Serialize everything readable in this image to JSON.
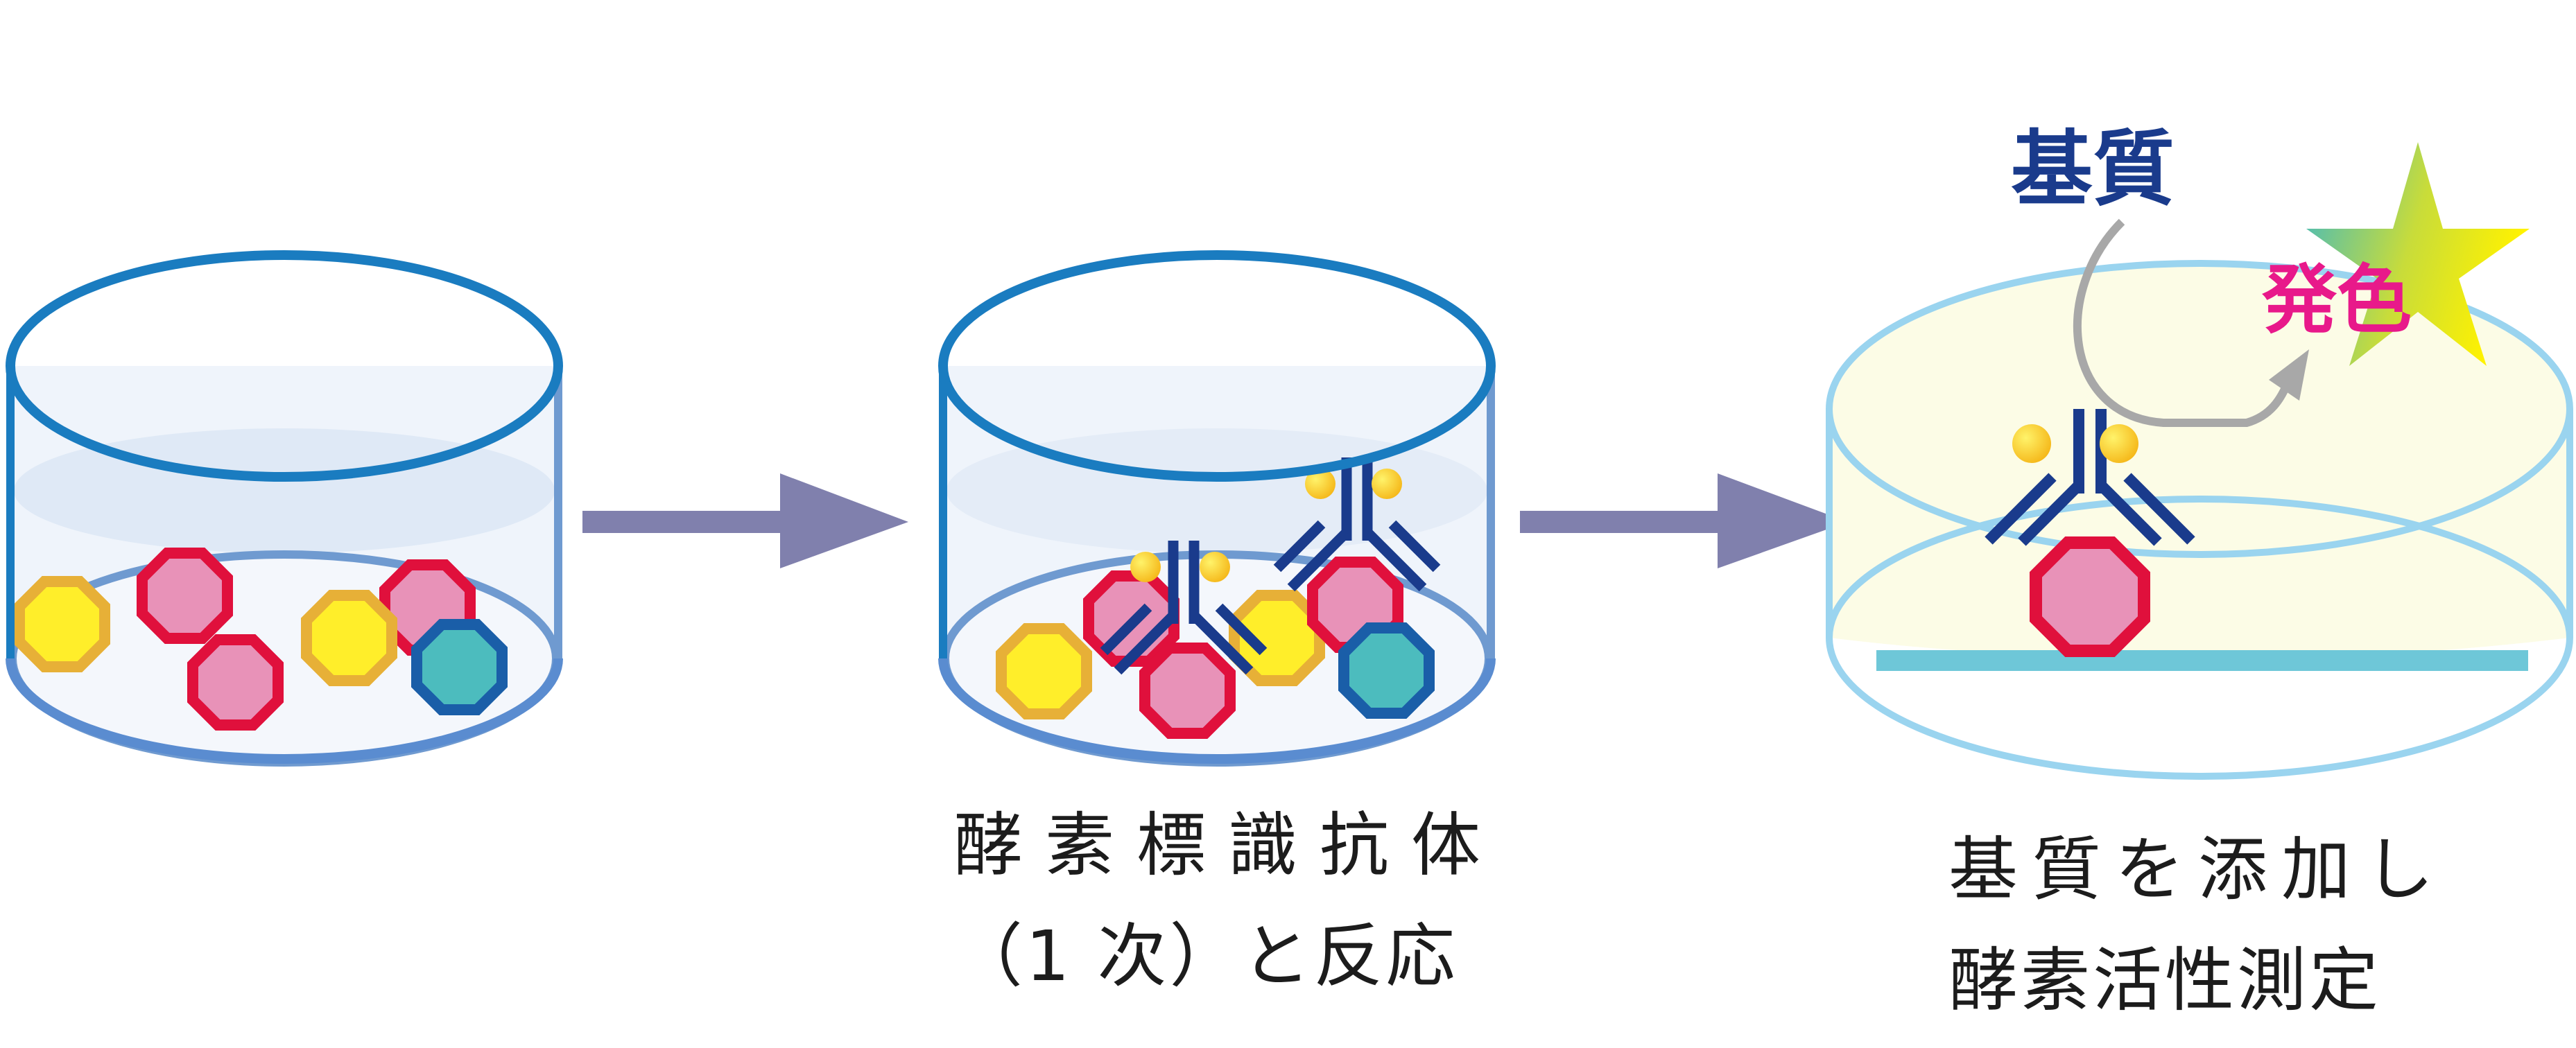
{
  "diagram": {
    "step2_caption_line1": "酵素標識抗体",
    "step2_caption_line2": "（1 次）と反応",
    "step3_caption_line1": "基質を添加し",
    "step3_caption_line2": "酵素活性測定",
    "substrate_label": "基質",
    "color_development_label": "発色"
  },
  "colors": {
    "dish_outline": "#1a7cc0",
    "dish_bottom": "#6f9ad0",
    "dish3_outline": "#9ad4ef",
    "dish3_fill": "#fcfce6",
    "arrow": "#8080ad",
    "pink_fill": "#e892b8",
    "pink_stroke": "#e0103c",
    "yellow_fill": "#ffee2a",
    "yellow_stroke": "#e7b037",
    "teal_fill": "#4cbcbe",
    "teal_stroke": "#1a5ea8",
    "antibody": "#1a3b8c",
    "enzyme_dot": "#ffd21f",
    "substrate_text": "#1a3b8c",
    "color_text": "#e8198a",
    "plate_line": "#6ec7d8",
    "curve_arrow": "#a8a8a8"
  }
}
